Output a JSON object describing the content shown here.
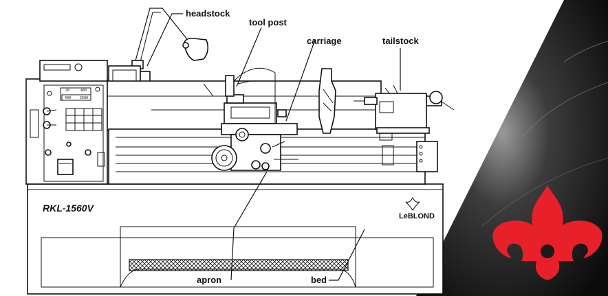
{
  "labels": {
    "headstock": "headstock",
    "tool_post": "tool post",
    "carriage": "carriage",
    "tailstock": "tailstock",
    "apron": "apron",
    "bed": "bed"
  },
  "machine": {
    "model": "RKL-1560V",
    "brand": "LeBLOND"
  },
  "gauge": {
    "row1_left": "20",
    "row1_right": "400",
    "row2_left": "400",
    "row2_right": "2500"
  },
  "colors": {
    "logo_red": "#e8202a",
    "panel_dark": "#1a1a1a",
    "line": "#111111"
  }
}
